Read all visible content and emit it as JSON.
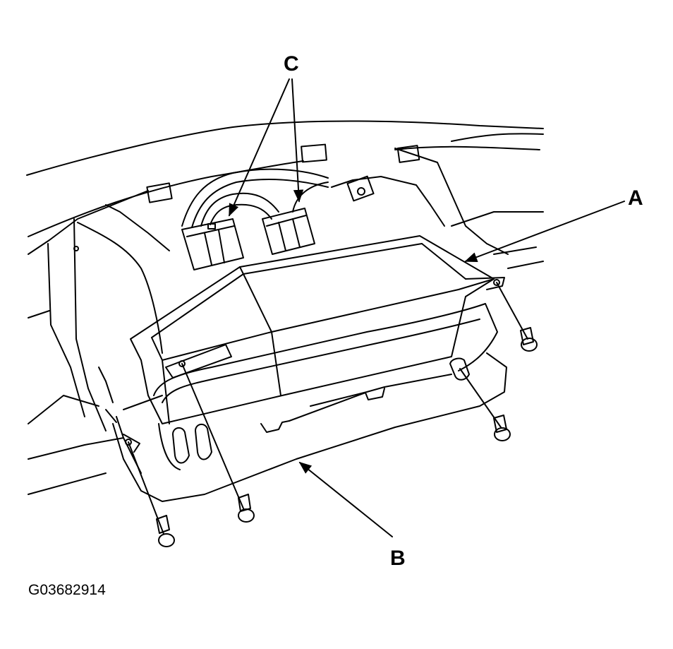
{
  "labels": {
    "a": "A",
    "b": "B",
    "c": "C"
  },
  "figure_code": "G03682914",
  "colors": {
    "line": "#000000",
    "background": "#ffffff"
  }
}
